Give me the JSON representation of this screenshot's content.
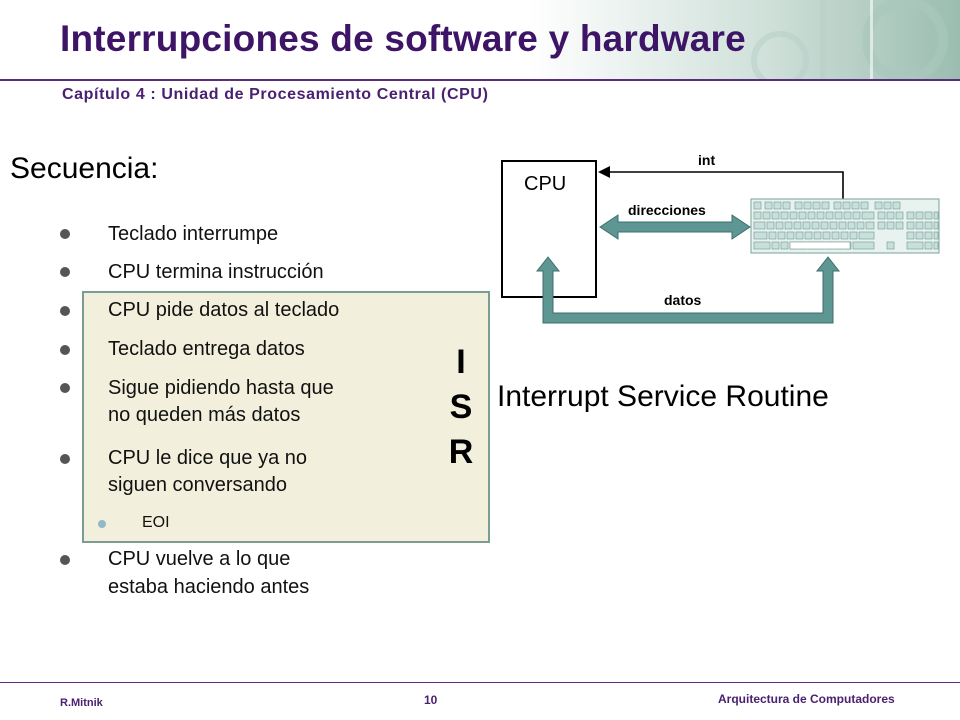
{
  "header": {
    "title": "Interrupciones de software y hardware",
    "subtitle": "Capítulo 4 : Unidad de Procesamiento Central (CPU)"
  },
  "content": {
    "heading": "Secuencia:",
    "items": [
      "Teclado interrumpe",
      "CPU termina instrucción",
      "CPU pide datos al teclado",
      "Teclado entrega datos",
      "Sigue pidiendo hasta que",
      "no queden más datos",
      "CPU le dice que ya no",
      "siguen conversando",
      "CPU vuelve a lo que",
      "estaba haciendo antes"
    ],
    "sub_item": "EOI",
    "isr_letters": [
      "I",
      "S",
      "R"
    ],
    "isr_meaning": "Interrupt Service Routine"
  },
  "diagram": {
    "cpu_label": "CPU",
    "int_label": "int",
    "address_label": "direcciones",
    "data_label": "datos",
    "arrow_color": "#5e9693",
    "keyboard_color": "#c8e0dc"
  },
  "footer": {
    "author": "R.Mitnik",
    "page": "10",
    "course": "Arquitectura  de Computadores"
  }
}
